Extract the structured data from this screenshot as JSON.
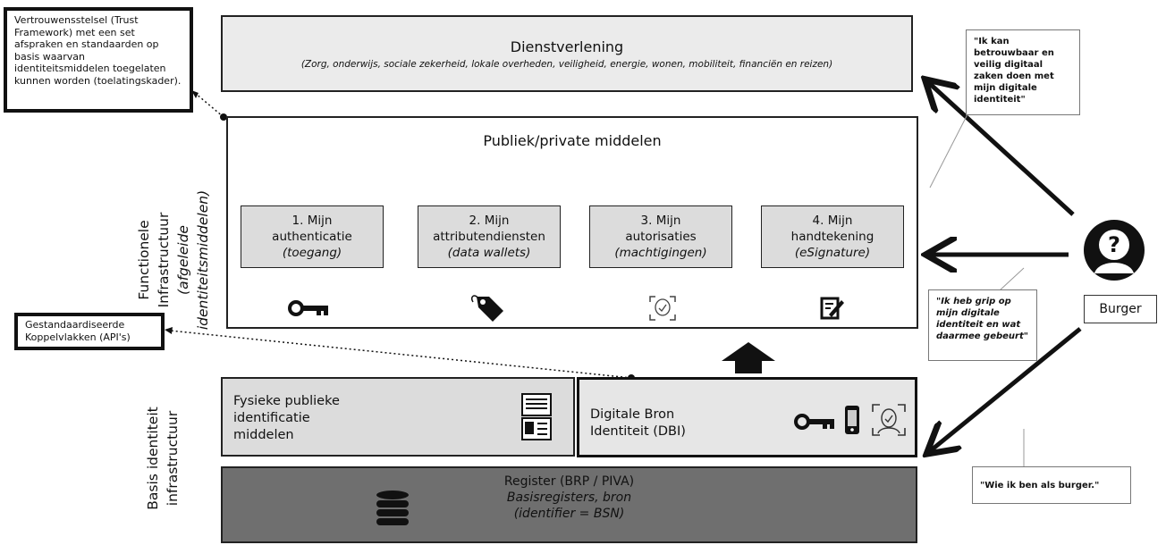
{
  "dienstverlening": {
    "title": "Dienstverlening",
    "subtitle": "(Zorg, onderwijs, sociale zekerheid, lokale overheden, veiligheid, energie, wonen, mobiliteit, financiën en reizen)"
  },
  "trust_framework_note": "Vertrouwensstelsel (Trust Framework) met een set afspraken en standaarden op basis waarvan identiteitsmiddelen toegelaten kunnen worden (toelatingskader).",
  "api_note": "Gestandaardiseerde Koppelvlakken (API's)",
  "side_labels": {
    "functionele_line1": "Functionele",
    "functionele_line2": "Infrastructuur",
    "functionele_line3": "(afgeleide",
    "functionele_line4": "identiteitsmiddelen)",
    "basis_line1": "Basis identiteit",
    "basis_line2": "infrastructuur"
  },
  "publiek": {
    "title": "Publiek/private middelen",
    "items": [
      {
        "line1": "1. Mijn",
        "line2": "authenticatie",
        "line3": "(toegang)",
        "icon": "key-icon"
      },
      {
        "line1": "2. Mijn",
        "line2": "attributendiensten",
        "line3": "(data wallets)",
        "icon": "tag-icon"
      },
      {
        "line1": "3. Mijn",
        "line2": "autorisaties",
        "line3": "(machtigingen)",
        "icon": "face-scan-icon"
      },
      {
        "line1": "4. Mijn",
        "line2": "handtekening",
        "line3": "(eSignature)",
        "icon": "signature-icon"
      }
    ]
  },
  "fysieke": {
    "line1": "Fysieke publieke",
    "line2": "identificatie",
    "line3": "middelen"
  },
  "dbi": {
    "line1": "Digitale Bron",
    "line2": "Identiteit (DBI)"
  },
  "register": {
    "line1": "Register (BRP / PIVA)",
    "line2": "Basisregisters, bron",
    "line3": "(identifier = BSN)"
  },
  "burger": {
    "label": "Burger"
  },
  "quotes": {
    "q1": "\"Ik kan betrouwbaar en veilig digitaal zaken doen met mijn digitale identiteit\"",
    "q2": "\"Ik heb grip op mijn digitale identiteit en wat daarmee gebeurt\"",
    "q3": "\"Wie ik ben als burger.\""
  }
}
